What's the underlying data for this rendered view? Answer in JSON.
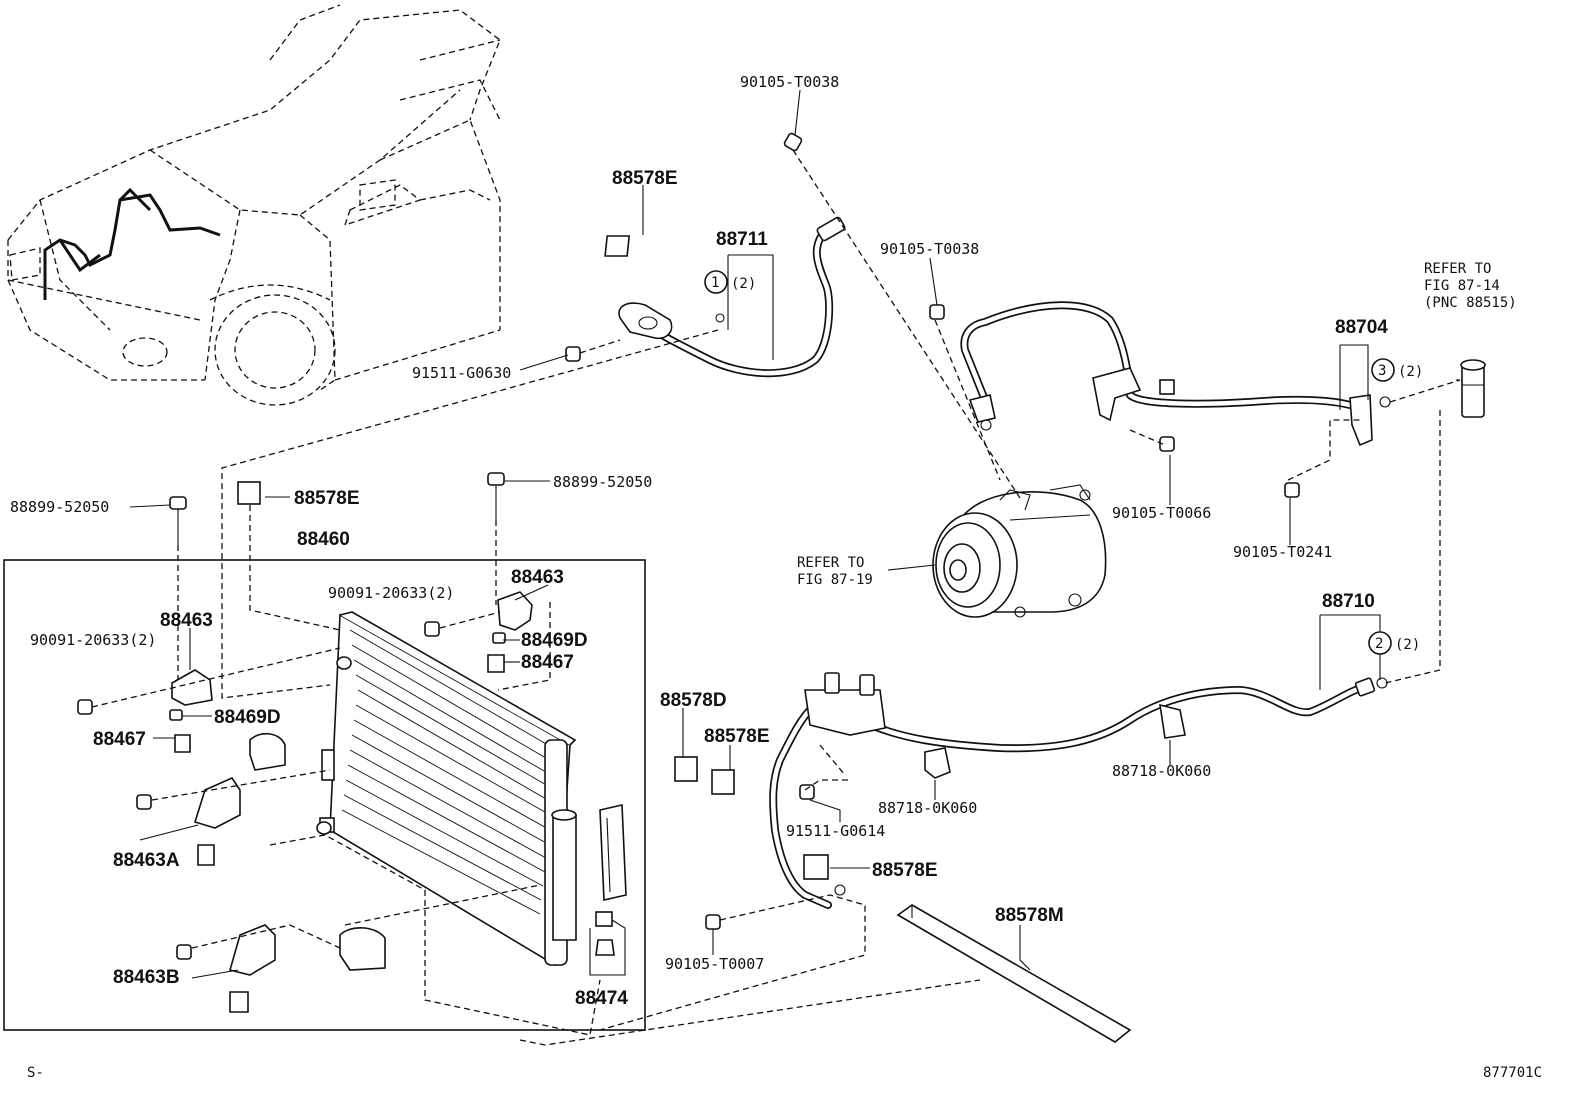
{
  "labels": {
    "p_90105_T0038_top": "90105-T0038",
    "p_88578E_top": "88578E",
    "p_88711": "88711",
    "p_circle1": "1",
    "p_circle1_qty": "(2)",
    "p_91511_G0630": "91511-G0630",
    "p_90105_T0038_mid": "90105-T0038",
    "p_refer_87_14_a": "REFER TO",
    "p_refer_87_14_b": "FIG 87-14",
    "p_refer_87_14_c": "(PNC 88515)",
    "p_88704": "88704",
    "p_circle3": "3",
    "p_circle3_qty": "(2)",
    "p_90105_T0066": "90105-T0066",
    "p_90105_T0241": "90105-T0241",
    "p_refer_87_19_a": "REFER TO",
    "p_refer_87_19_b": "FIG 87-19",
    "p_88899_52050_left": "88899-52050",
    "p_88578E_left": "88578E",
    "p_88899_52050_mid": "88899-52050",
    "p_88460": "88460",
    "p_88463_right": "88463",
    "p_90091_20633_right": "90091-20633(2)",
    "p_88463_left": "88463",
    "p_90091_20633_left": "90091-20633(2)",
    "p_88469D_right": "88469D",
    "p_88467_right": "88467",
    "p_88469D_left": "88469D",
    "p_88467_left": "88467",
    "p_88463A": "88463A",
    "p_88463B": "88463B",
    "p_88474": "88474",
    "p_88710": "88710",
    "p_circle2": "2",
    "p_circle2_qty": "(2)",
    "p_88578D": "88578D",
    "p_88578E_mid": "88578E",
    "p_88718_0K060_a": "88718-0K060",
    "p_88718_0K060_b": "88718-0K060",
    "p_91511_G0614": "91511-G0614",
    "p_88578E_low": "88578E",
    "p_90105_T0007": "90105-T0007",
    "p_88578M": "88578M",
    "footer_left": "S-",
    "footer_right": "877701C"
  }
}
